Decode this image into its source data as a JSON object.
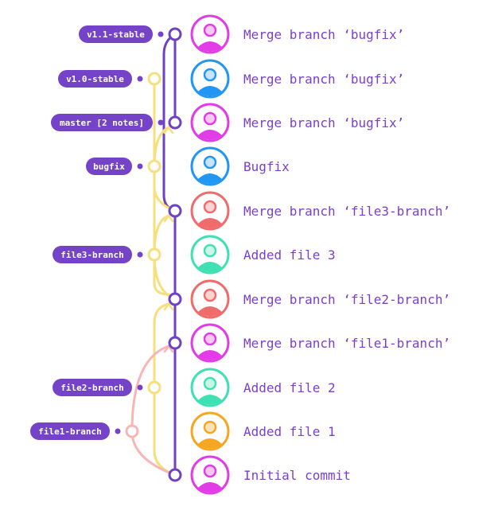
{
  "colors": {
    "purple": "#6f42c1",
    "yellow": "#f7df7d",
    "pink": "#f6b6b4",
    "pill": "#7443c8",
    "message": "#7b3fd0"
  },
  "commits": [
    {
      "message": "Merge branch ‘bugfix’",
      "avatar_color": "#e13ce6",
      "avatar_inner": "#f7c9f2"
    },
    {
      "message": "Merge branch ‘bugfix’",
      "avatar_color": "#2196f3",
      "avatar_inner": "#c7e4fb"
    },
    {
      "message": "Merge branch ‘bugfix’",
      "avatar_color": "#e13ce6",
      "avatar_inner": "#f7c9f2"
    },
    {
      "message": "Bugfix",
      "avatar_color": "#2196f3",
      "avatar_inner": "#c7e4fb"
    },
    {
      "message": "Merge branch ‘file3-branch’",
      "avatar_color": "#f06b6b",
      "avatar_inner": "#fbd3d2"
    },
    {
      "message": "Added file 3",
      "avatar_color": "#3fe0b2",
      "avatar_inner": "#c9f6e8"
    },
    {
      "message": "Merge branch ‘file2-branch’",
      "avatar_color": "#f06b6b",
      "avatar_inner": "#fbd3d2"
    },
    {
      "message": "Merge branch ‘file1-branch’",
      "avatar_color": "#e13ce6",
      "avatar_inner": "#f7c9f2"
    },
    {
      "message": "Added file 2",
      "avatar_color": "#3fe0b2",
      "avatar_inner": "#c9f6e8"
    },
    {
      "message": "Added file 1",
      "avatar_color": "#f5a623",
      "avatar_inner": "#fde3bb"
    },
    {
      "message": "Initial commit",
      "avatar_color": "#e13ce6",
      "avatar_inner": "#f7c9f2"
    }
  ],
  "refs": [
    {
      "label": "v1.1-stable",
      "commit": 0
    },
    {
      "label": "v1.0-stable",
      "commit": 1
    },
    {
      "label": "master [2 notes]",
      "commit": 2
    },
    {
      "label": "bugfix",
      "commit": 3
    },
    {
      "label": "file3-branch",
      "commit": 5
    },
    {
      "label": "file2-branch",
      "commit": 8
    },
    {
      "label": "file1-branch",
      "commit": 9
    }
  ]
}
